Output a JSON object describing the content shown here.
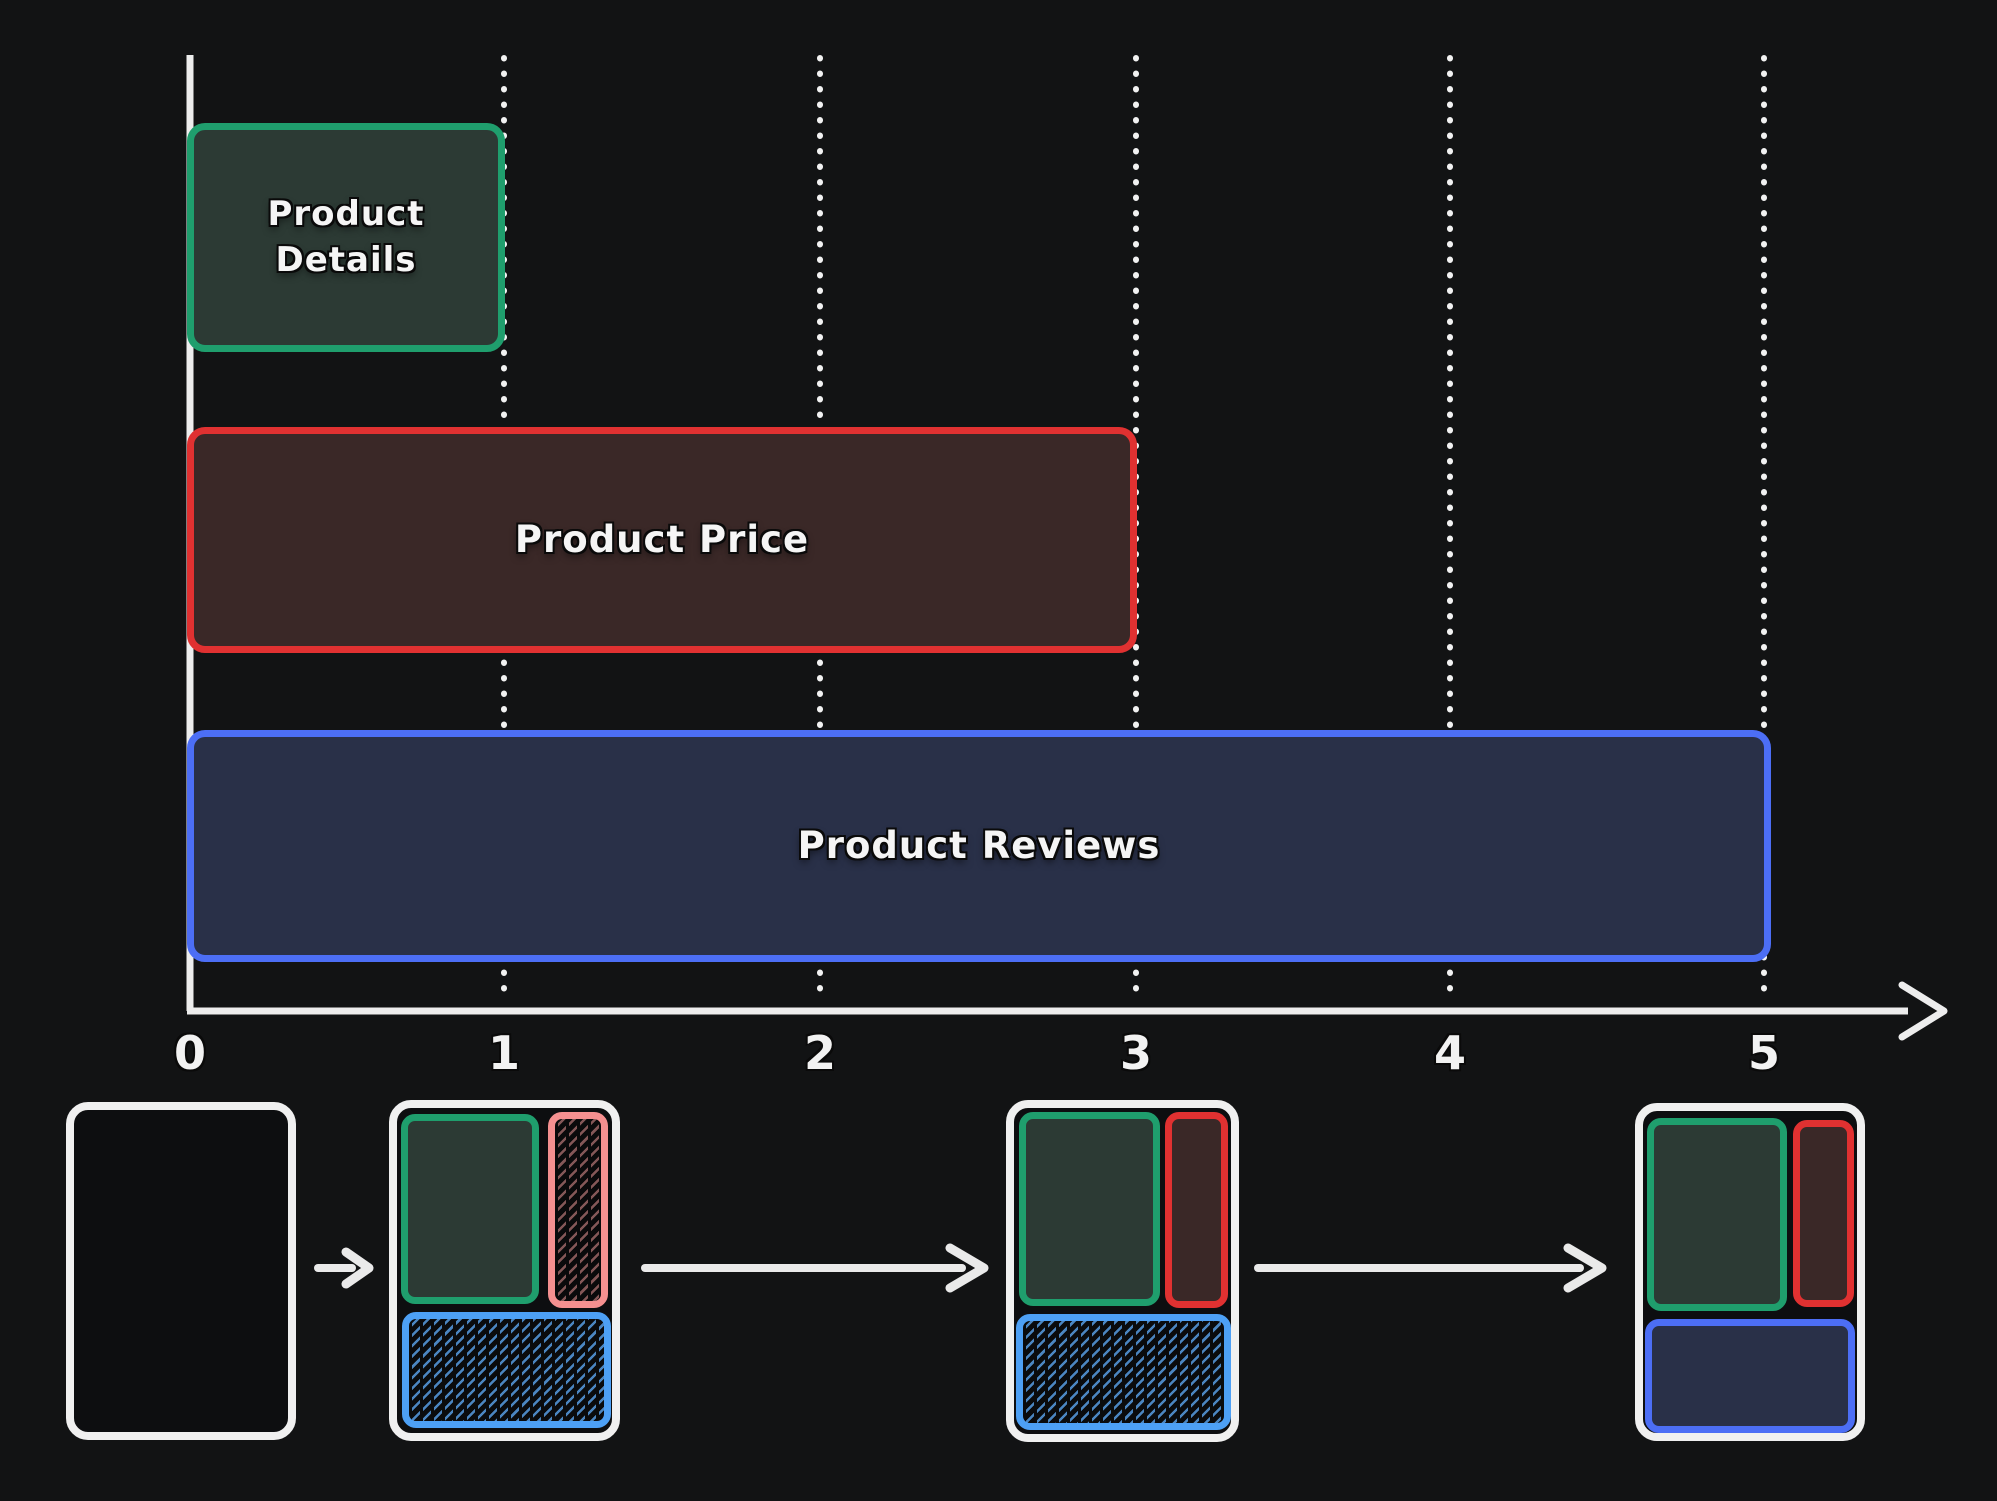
{
  "chart_data": {
    "type": "bar",
    "subtype": "horizontal-gantt-timeline",
    "title": "",
    "xlabel": "",
    "ylabel": "",
    "xlim": [
      0,
      5
    ],
    "x_ticks": [
      "0",
      "1",
      "2",
      "3",
      "4",
      "5"
    ],
    "grid": "dotted-vertical-gridlines-at-1-2-3-4-5",
    "legend": "none",
    "series": [
      {
        "name": "Product Details",
        "start": 0,
        "end": 1,
        "border_color": "#1f9e6d",
        "fill_color": "#2c3a34"
      },
      {
        "name": "Product Price",
        "start": 0,
        "end": 3,
        "border_color": "#e03131",
        "fill_color": "#3a2827"
      },
      {
        "name": "Product Reviews",
        "start": 0,
        "end": 5,
        "border_color": "#4c6ef5",
        "fill_color": "#293048"
      }
    ]
  },
  "storyboard": {
    "description": "four wireframe screens connected by arrows showing progressive loading",
    "frames": [
      {
        "details": "empty",
        "price": "empty",
        "reviews": "empty"
      },
      {
        "details": "loaded",
        "price": "skeleton",
        "reviews": "skeleton"
      },
      {
        "details": "loaded",
        "price": "loaded",
        "reviews": "skeleton"
      },
      {
        "details": "loaded",
        "price": "loaded",
        "reviews": "loaded"
      }
    ]
  },
  "colors": {
    "background": "#121314",
    "axis": "#ededed",
    "frame_border": "#f0f0f0",
    "green": "#1f9e6d",
    "green_fill": "#2c3a34",
    "red": "#e03131",
    "red_fill": "#3a2827",
    "salmon": "#f59090",
    "blue": "#4c6ef5",
    "blue_fill": "#293048",
    "sky_blue": "#4da0f5",
    "text": "#f5f5f5"
  }
}
